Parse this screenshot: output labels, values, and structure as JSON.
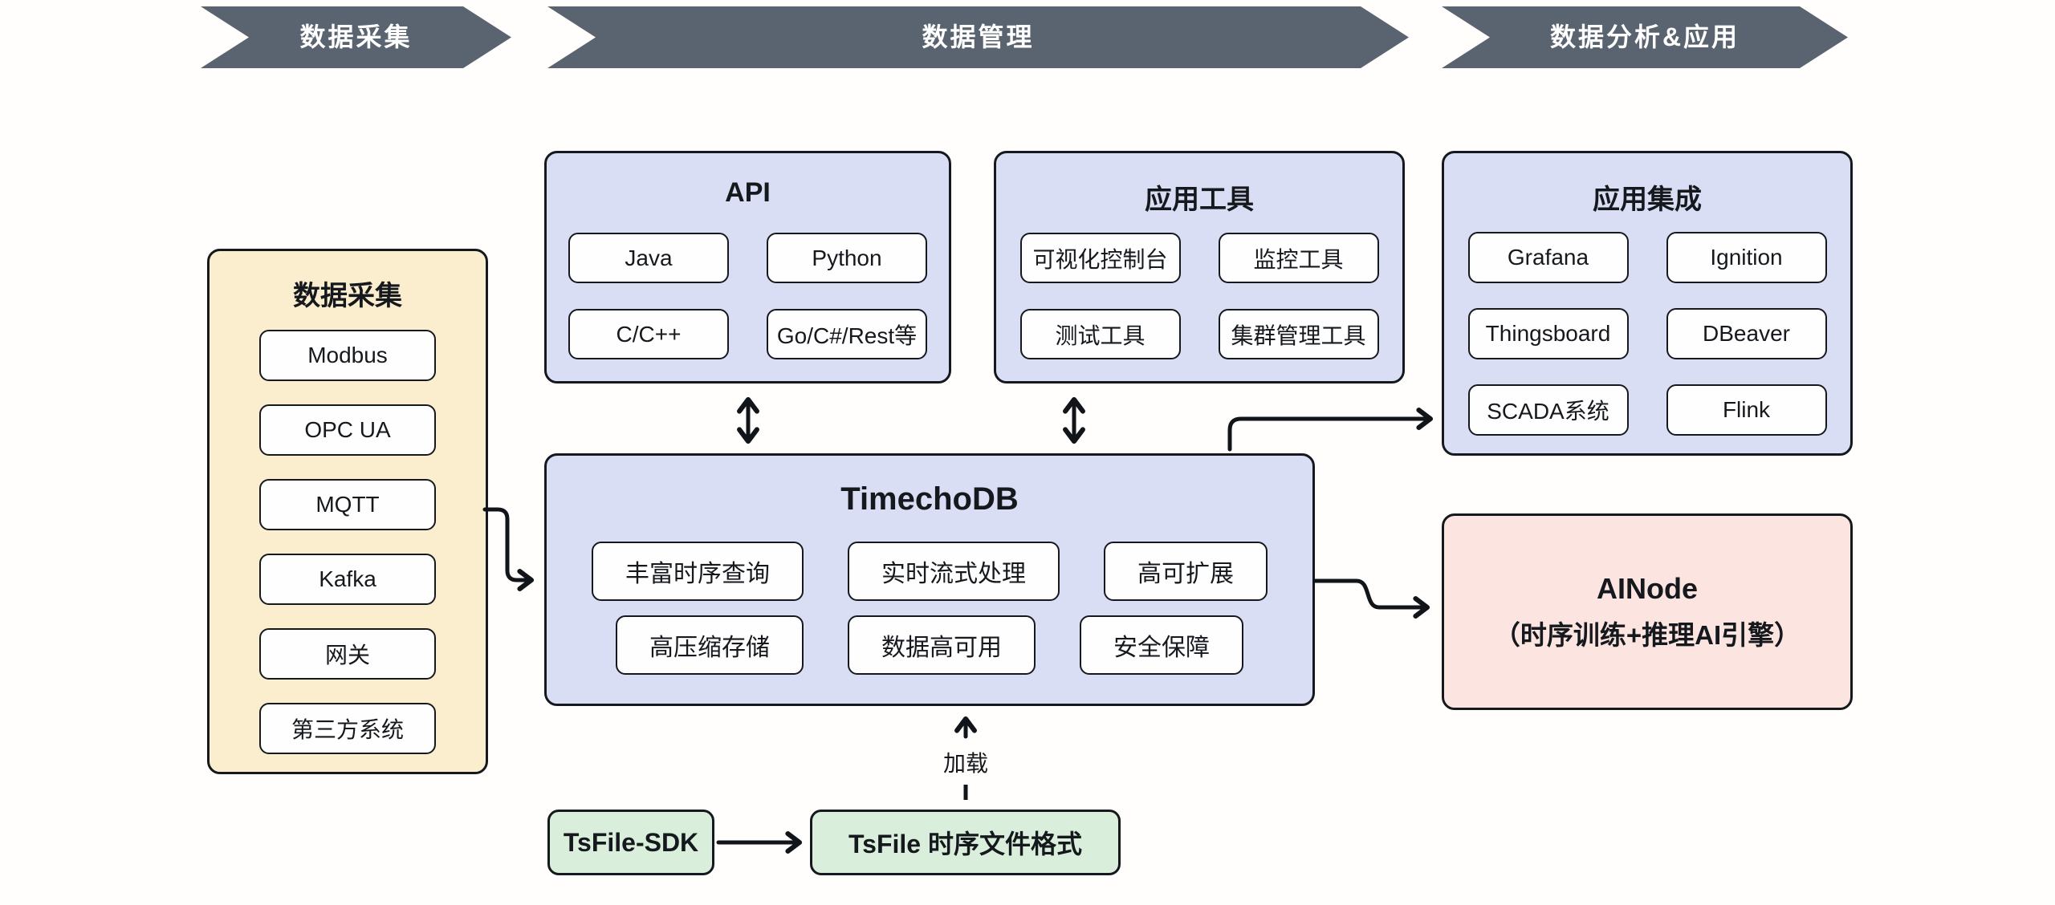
{
  "banner": {
    "stages": [
      {
        "label": "数据采集"
      },
      {
        "label": "数据管理"
      },
      {
        "label": "数据分析&应用"
      }
    ]
  },
  "boxes": {
    "collect": {
      "title": "数据采集",
      "items": [
        "Modbus",
        "OPC UA",
        "MQTT",
        "Kafka",
        "网关",
        "第三方系统"
      ]
    },
    "api": {
      "title": "API",
      "items": [
        "Java",
        "Python",
        "C/C++",
        "Go/C#/Rest等"
      ]
    },
    "tools": {
      "title": "应用工具",
      "items": [
        "可视化控制台",
        "监控工具",
        "测试工具",
        "集群管理工具"
      ]
    },
    "integration": {
      "title": "应用集成",
      "items": [
        "Grafana",
        "Ignition",
        "Thingsboard",
        "DBeaver",
        "SCADA系统",
        "Flink"
      ]
    },
    "timechodb": {
      "title": "TimechoDB",
      "rows": [
        [
          "丰富时序查询",
          "实时流式处理",
          "高可扩展"
        ],
        [
          "高压缩存储",
          "数据高可用",
          "安全保障"
        ]
      ]
    },
    "ainode": {
      "line1": "AINode",
      "line2": "（时序训练+推理AI引擎）"
    },
    "tsfile_sdk": {
      "label": "TsFile-SDK"
    },
    "tsfile_format": {
      "label": "TsFile 时序文件格式"
    }
  },
  "labels": {
    "load": "加载"
  },
  "colors": {
    "banner": "#5a6370",
    "panel_purple": "#d9def4",
    "panel_yellow": "#fbeecf",
    "panel_green": "#d9efdc",
    "panel_pink": "#fce4e1",
    "pill_bg": "#fefefe",
    "line": "#15181d"
  }
}
